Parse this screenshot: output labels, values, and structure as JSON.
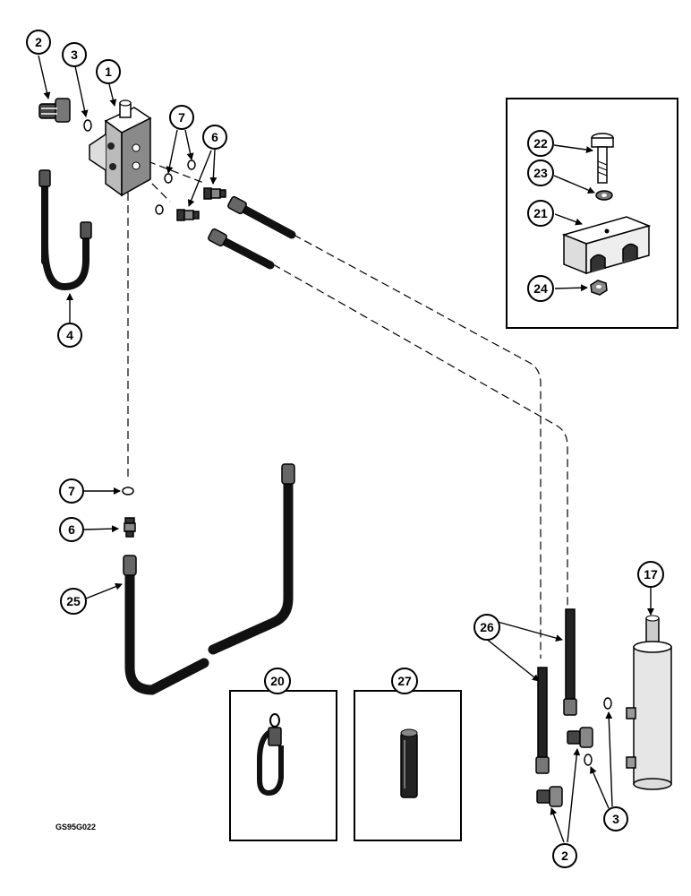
{
  "callouts": {
    "c1": "1",
    "c2a": "2",
    "c2b": "2",
    "c3a": "3",
    "c3b": "3",
    "c4": "4",
    "c6a": "6",
    "c6b": "6",
    "c7a": "7",
    "c7b": "7",
    "c17": "17",
    "c20": "20",
    "c21": "21",
    "c22": "22",
    "c23": "23",
    "c24": "24",
    "c25": "25",
    "c26": "26",
    "c27": "27"
  },
  "figure_code": "GS95G022"
}
